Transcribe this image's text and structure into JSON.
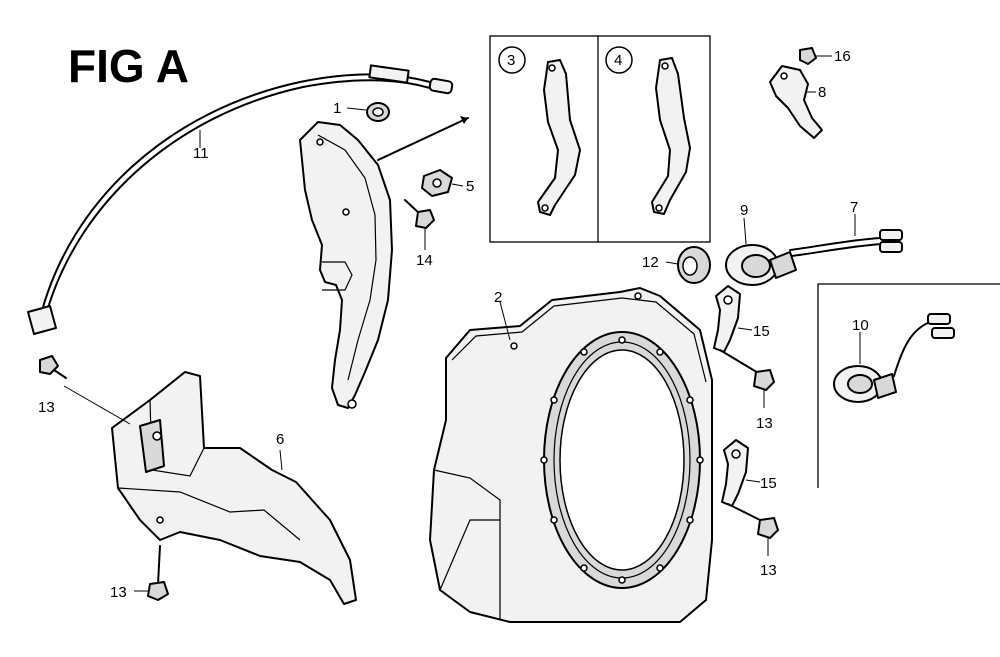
{
  "figure": {
    "title": "FIG A"
  },
  "callouts": {
    "c1": "1",
    "c2": "2",
    "c3": "3",
    "c4": "4",
    "c5": "5",
    "c6": "6",
    "c7": "7",
    "c8": "8",
    "c9": "9",
    "c10": "10",
    "c11": "11",
    "c12": "12",
    "c13a": "13",
    "c13b": "13",
    "c13c": "13",
    "c13d": "13",
    "c14": "14",
    "c15a": "15",
    "c15b": "15",
    "c16": "16"
  }
}
